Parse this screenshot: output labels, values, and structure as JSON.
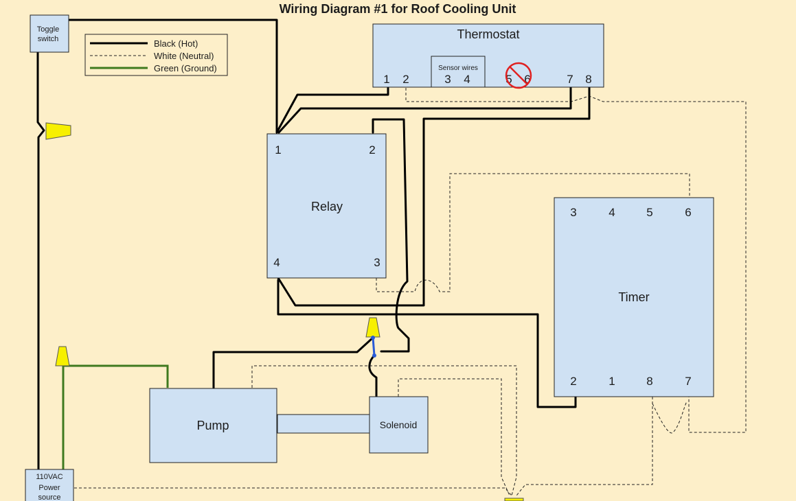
{
  "title": "Wiring Diagram #1 for Roof Cooling Unit",
  "legend": {
    "hot": "Black (Hot)",
    "neutral": "White (Neutral)",
    "ground": "Green (Ground)"
  },
  "colors": {
    "background": "#fdefc9",
    "component_fill": "#cfe1f3",
    "hot_wire": "#000000",
    "ground_wire": "#3f7a1f",
    "wire_nut": "#f7f000",
    "no_connect_mark": "#e02020"
  },
  "components": {
    "toggle_switch": {
      "line1": "Toggle",
      "line2": "switch"
    },
    "thermostat": {
      "label": "Thermostat",
      "sensor_label": "Sensor wires",
      "terminals": [
        "1",
        "2",
        "3",
        "4",
        "5",
        "6",
        "7",
        "8"
      ]
    },
    "relay": {
      "label": "Relay",
      "terminals": [
        "1",
        "2",
        "4",
        "3"
      ]
    },
    "timer": {
      "label": "Timer",
      "terminals_top": [
        "3",
        "4",
        "5",
        "6"
      ],
      "terminals_bottom": [
        "2",
        "1",
        "8",
        "7"
      ]
    },
    "pump": {
      "label": "Pump"
    },
    "solenoid": {
      "label": "Solenoid"
    },
    "power_source": {
      "line1": "110VAC",
      "line2": "Power",
      "line3": "source"
    }
  },
  "icons": {
    "wire_nut": "wire-nut-icon",
    "no_connect": "prohibited-icon"
  }
}
